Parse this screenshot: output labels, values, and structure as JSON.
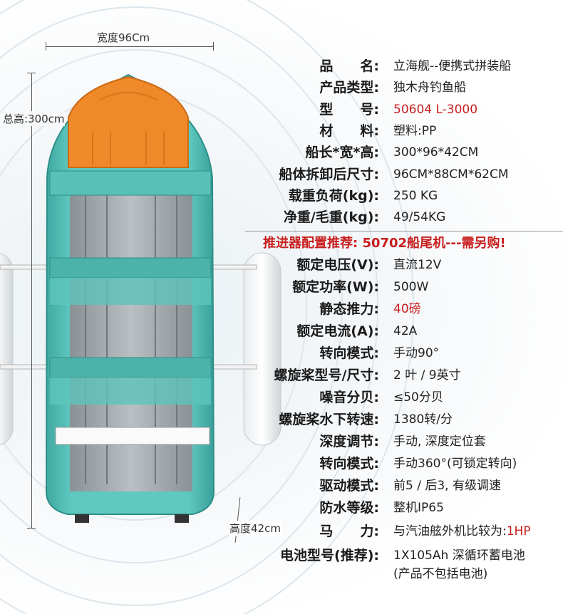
{
  "dimensions": {
    "width_label": "宽度96Cm",
    "total_height_label": "总高:300cm",
    "height_label": "高度42cm"
  },
  "specs_group1": [
    {
      "label": "品　　名:",
      "value": "立海舰--便携式拼装船",
      "color": "#222222"
    },
    {
      "label": "产品类型:",
      "value": "独木舟钓鱼船",
      "color": "#222222"
    },
    {
      "label": "型　　号:",
      "value": "50604 L-3000",
      "color": "#c81e1e"
    },
    {
      "label": "材　　料:",
      "value": "塑料:PP",
      "color": "#222222"
    },
    {
      "label": "船长*宽*高:",
      "value": "300*96*42CM",
      "color": "#222222"
    },
    {
      "label": "船体拆卸后尺寸:",
      "value": "96CM*88CM*62CM",
      "color": "#222222"
    },
    {
      "label": "载重负荷(kg):",
      "value": "250 KG",
      "color": "#222222"
    },
    {
      "label": "净重/毛重(kg):",
      "value": "49/54KG",
      "color": "#222222"
    }
  ],
  "promo": "推进器配置推荐: 50702船尾机---需另购!",
  "specs_group2": [
    {
      "label": "额定电压(V):",
      "value": "直流12V",
      "color": "#222222"
    },
    {
      "label": "额定功率(W):",
      "value": "500W",
      "color": "#222222"
    },
    {
      "label": "静态推力:",
      "value": "40磅",
      "color": "#c81e1e"
    },
    {
      "label": "额定电流(A):",
      "value": "42A",
      "color": "#222222"
    },
    {
      "label": "转向模式:",
      "value": "手动90°",
      "color": "#222222"
    },
    {
      "label": "螺旋桨型号/尺寸:",
      "value": "2 叶 / 9英寸",
      "color": "#222222"
    },
    {
      "label": "噪音分贝:",
      "value": "≤50分贝",
      "color": "#222222"
    },
    {
      "label": "螺旋桨水下转速:",
      "value": "1380转/分",
      "color": "#222222"
    },
    {
      "label": "深度调节:",
      "value": "手动, 深度定位套",
      "color": "#222222"
    },
    {
      "label": "转向模式:",
      "value": "手动360°(可锁定转向)",
      "color": "#222222"
    },
    {
      "label": "驱动模式:",
      "value": "前5 / 后3, 有级调速",
      "color": "#222222"
    },
    {
      "label": "防水等级:",
      "value": "整机IP65",
      "color": "#222222"
    }
  ],
  "horsepower": {
    "label": "马　　力:",
    "value_prefix": "与汽油舷外机比较为:",
    "value_highlight": "1HP"
  },
  "battery": {
    "label": "电池型号(推荐):",
    "value_line1": "1X105Ah 深循环蓄电池",
    "value_line2": "(产品不包括电池)"
  },
  "colors": {
    "hull": "#4fb8b0",
    "hull_dark": "#2e8f88",
    "bow_cover": "#f0892a",
    "accent_red": "#c81e1e"
  }
}
